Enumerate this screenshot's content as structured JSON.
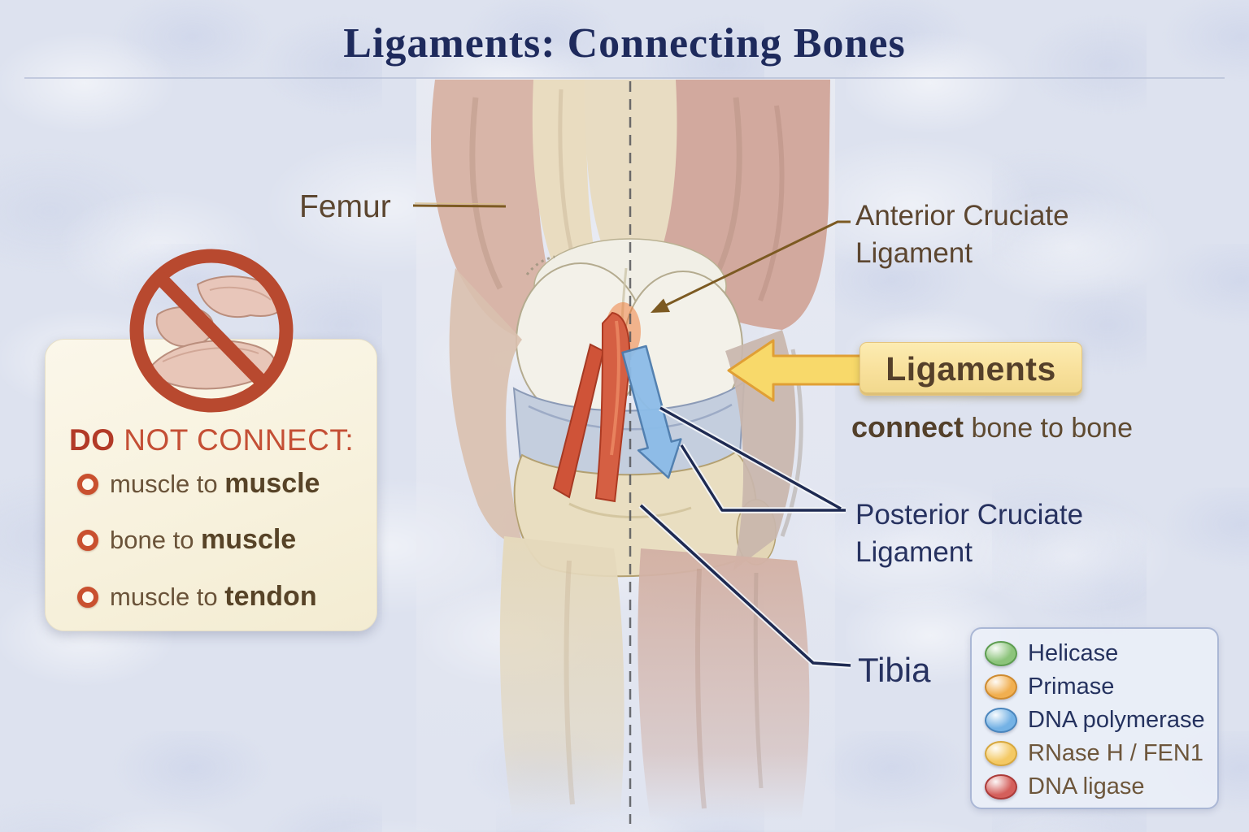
{
  "title": "Ligaments: Connecting Bones",
  "labels": {
    "femur": "Femur",
    "acl": {
      "line1": "Anterior Cruciate",
      "line2": "Ligament"
    },
    "pcl": {
      "line1": "Posterior Cruciate",
      "line2": "Ligament"
    },
    "tibia": "Tibia"
  },
  "callout": {
    "title": "Ligaments",
    "subtitle": {
      "bold": "connect",
      "rest": " bone to bone"
    }
  },
  "do_not_connect": {
    "heading": {
      "bold": "DO",
      "rest": " NOT CONNECT:"
    },
    "items": [
      {
        "prefix": "muscle to ",
        "bold": "muscle"
      },
      {
        "prefix": "bone to ",
        "bold": "muscle"
      },
      {
        "prefix": "muscle to ",
        "bold": "tendon"
      }
    ]
  },
  "legend": {
    "items": [
      {
        "label": "Helicase",
        "color": "#8cc47b",
        "border": "#5e9e51",
        "text_color": "#25325f"
      },
      {
        "label": "Primase",
        "color": "#f1af50",
        "border": "#cf8b2f",
        "text_color": "#25325f"
      },
      {
        "label": "DNA polymerase",
        "color": "#74b2e5",
        "border": "#4b86bd",
        "text_color": "#25325f"
      },
      {
        "label": "RNase H / FEN1",
        "color": "#f4c964",
        "border": "#d7a83f",
        "text_color": "#6d563b"
      },
      {
        "label": "DNA ligase",
        "color": "#d45f5b",
        "border": "#ac3b39",
        "text_color": "#6d563b"
      }
    ]
  },
  "colors": {
    "title_navy": "#1e2a5c",
    "label_brown": "#5c4630",
    "label_navy": "#273260",
    "warning_red": "#bf4a31",
    "callout_yellow": "#f8e09b",
    "arrow_yellow": "#f8d96a",
    "acl_red": "#d55f43",
    "pcl_arrow_blue": "#8cbce8"
  }
}
